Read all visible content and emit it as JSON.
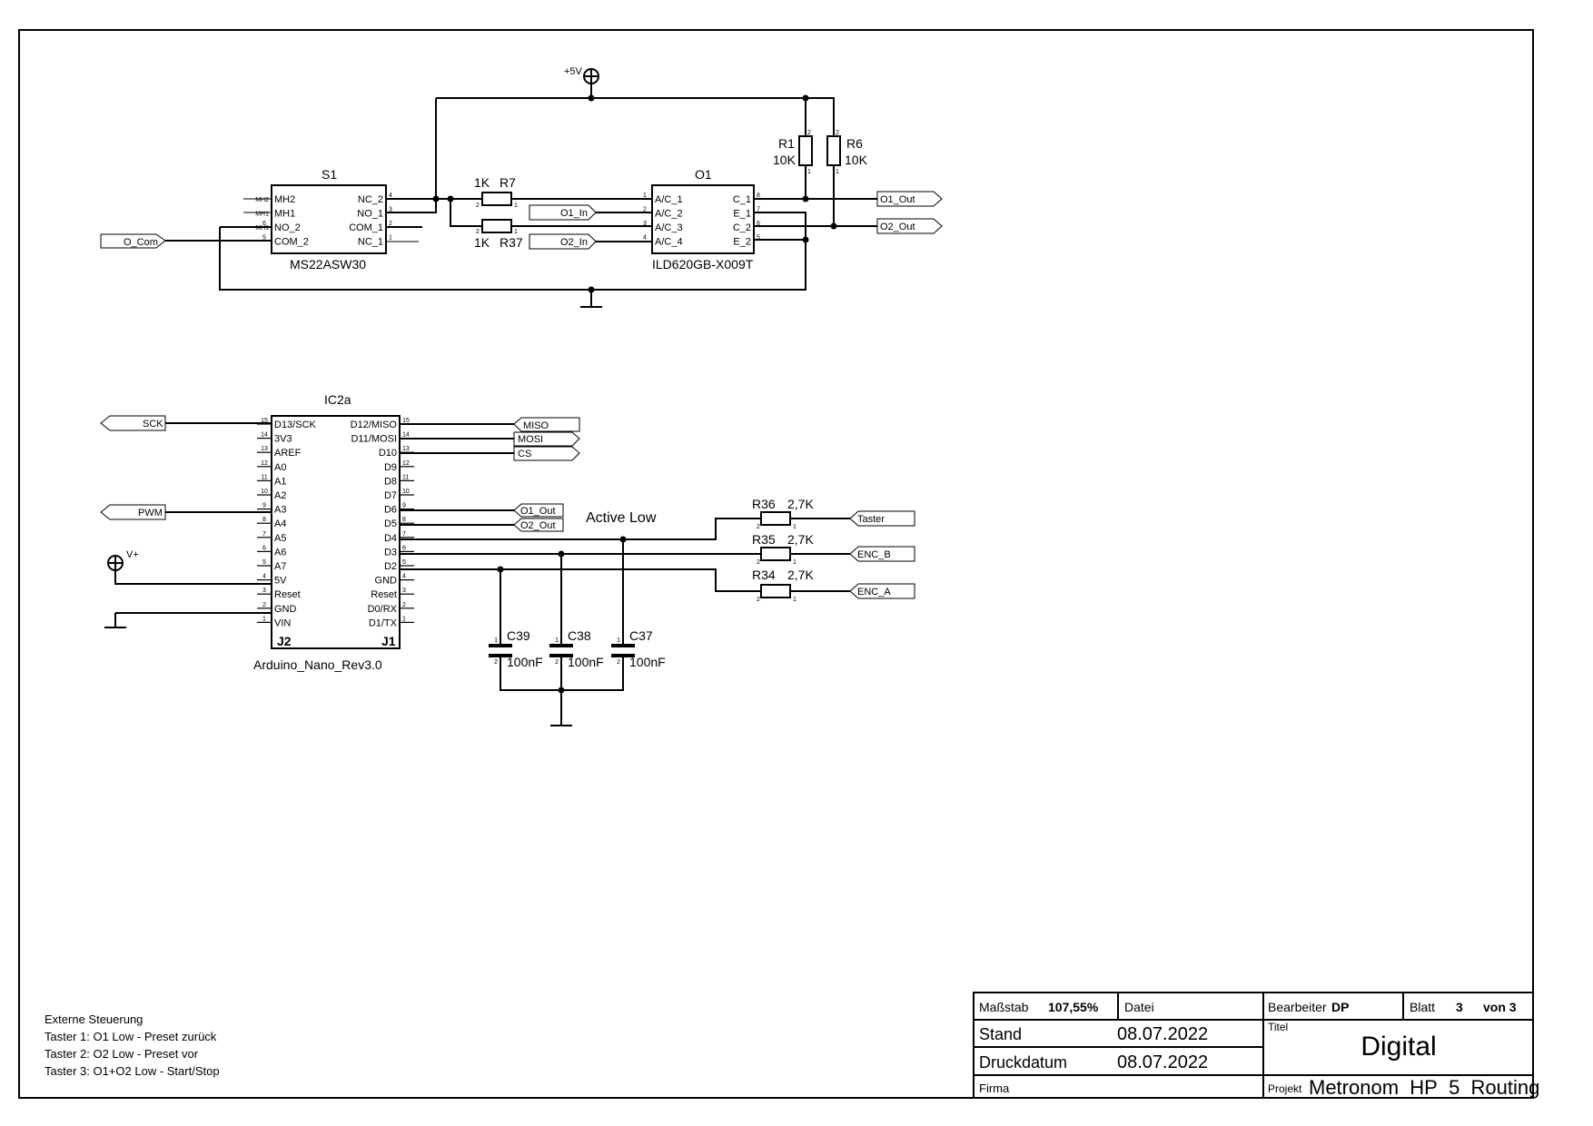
{
  "switch": {
    "ref": "S1",
    "value": "MS22ASW30",
    "left_pins": [
      "MH2",
      "MH1",
      "NO_2",
      "COM_2"
    ],
    "left_nums": [
      "",
      "",
      "6",
      "5"
    ],
    "left_tiny": [
      "MH2",
      "MH1",
      "MH1",
      ""
    ],
    "right_pins": [
      "NC_2",
      "NO_1",
      "COM_1",
      "NC_1"
    ],
    "right_nums": [
      "4",
      "3",
      "2",
      "1"
    ]
  },
  "opto": {
    "ref": "O1",
    "value": "ILD620GB-X009T",
    "left_pins": [
      "A/C_1",
      "A/C_2",
      "A/C_3",
      "A/C_4"
    ],
    "left_nums": [
      "1",
      "2",
      "3",
      "4"
    ],
    "right_pins": [
      "C_1",
      "E_1",
      "C_2",
      "E_2"
    ],
    "right_nums": [
      "8",
      "7",
      "6",
      "5"
    ]
  },
  "resistors": {
    "r7": {
      "ref": "R7",
      "value": "1K"
    },
    "r37": {
      "ref": "R37",
      "value": "1K"
    },
    "r1": {
      "ref": "R1",
      "value": "10K"
    },
    "r6": {
      "ref": "R6",
      "value": "10K"
    },
    "r36": {
      "ref": "R36",
      "value": "2,7K"
    },
    "r35": {
      "ref": "R35",
      "value": "2,7K"
    },
    "r34": {
      "ref": "R34",
      "value": "2,7K"
    },
    "pin1": "1",
    "pin2": "2"
  },
  "power": {
    "vcc": "+5V",
    "vplus": "V+"
  },
  "ports": {
    "o_com": "O_Com",
    "o1_out": "O1_Out",
    "o2_out": "O2_Out",
    "o1_in": "O1_In",
    "o2_in": "O2_In",
    "sck": "SCK",
    "pwm": "PWM",
    "miso": "MISO",
    "mosi": "MOSI",
    "cs": "CS",
    "o1_out_b": "O1_Out",
    "o2_out_b": "O2_Out",
    "taster": "Taster",
    "enc_b": "ENC_B",
    "enc_a": "ENC_A"
  },
  "arduino": {
    "ref": "IC2a",
    "value": "Arduino_Nano_Rev3.0",
    "left_header": "J2",
    "right_header": "J1",
    "left_pins": [
      "D13/SCK",
      "3V3",
      "AREF",
      "A0",
      "A1",
      "A2",
      "A3",
      "A4",
      "A5",
      "A6",
      "A7",
      "5V",
      "Reset",
      "GND",
      "VIN"
    ],
    "left_nums": [
      "15",
      "14",
      "13",
      "12",
      "11",
      "10",
      "9",
      "8",
      "7",
      "6",
      "5",
      "4",
      "3",
      "2",
      "1"
    ],
    "right_pins": [
      "D12/MISO",
      "D11/MOSI",
      "D10",
      "D9",
      "D8",
      "D7",
      "D6",
      "D5",
      "D4",
      "D3",
      "D2",
      "GND",
      "Reset",
      "D0/RX",
      "D1/TX"
    ],
    "right_nums": [
      "15",
      "14",
      "13",
      "12",
      "11",
      "10",
      "9",
      "8",
      "7",
      "6",
      "5",
      "4",
      "3",
      "2",
      "1"
    ]
  },
  "annotation": "Active Low",
  "capacitors": [
    {
      "ref": "C39",
      "value": "100nF"
    },
    {
      "ref": "C38",
      "value": "100nF"
    },
    {
      "ref": "C37",
      "value": "100nF"
    }
  ],
  "notes": [
    "Externe Steuerung",
    "Taster 1: O1 Low - Preset zurück",
    "Taster 2: O2 Low - Preset vor",
    "Taster 3: O1+O2 Low - Start/Stop"
  ],
  "title_block": {
    "scale_label": "Maßstab",
    "scale_value": "107,55%",
    "file_label": "Datei",
    "author_label": "Bearbeiter",
    "author_value": "DP",
    "sheet_label": "Blatt",
    "sheet_value": "3",
    "sheet_of": "von 3",
    "stand_label": "Stand",
    "stand_value": "08.07.2022",
    "print_label": "Druckdatum",
    "print_value": "08.07.2022",
    "title_label": "Titel",
    "title_value": "Digital",
    "company_label": "Firma",
    "project_label": "Projekt",
    "project_value": "Metronom_HP_5_Routing"
  }
}
